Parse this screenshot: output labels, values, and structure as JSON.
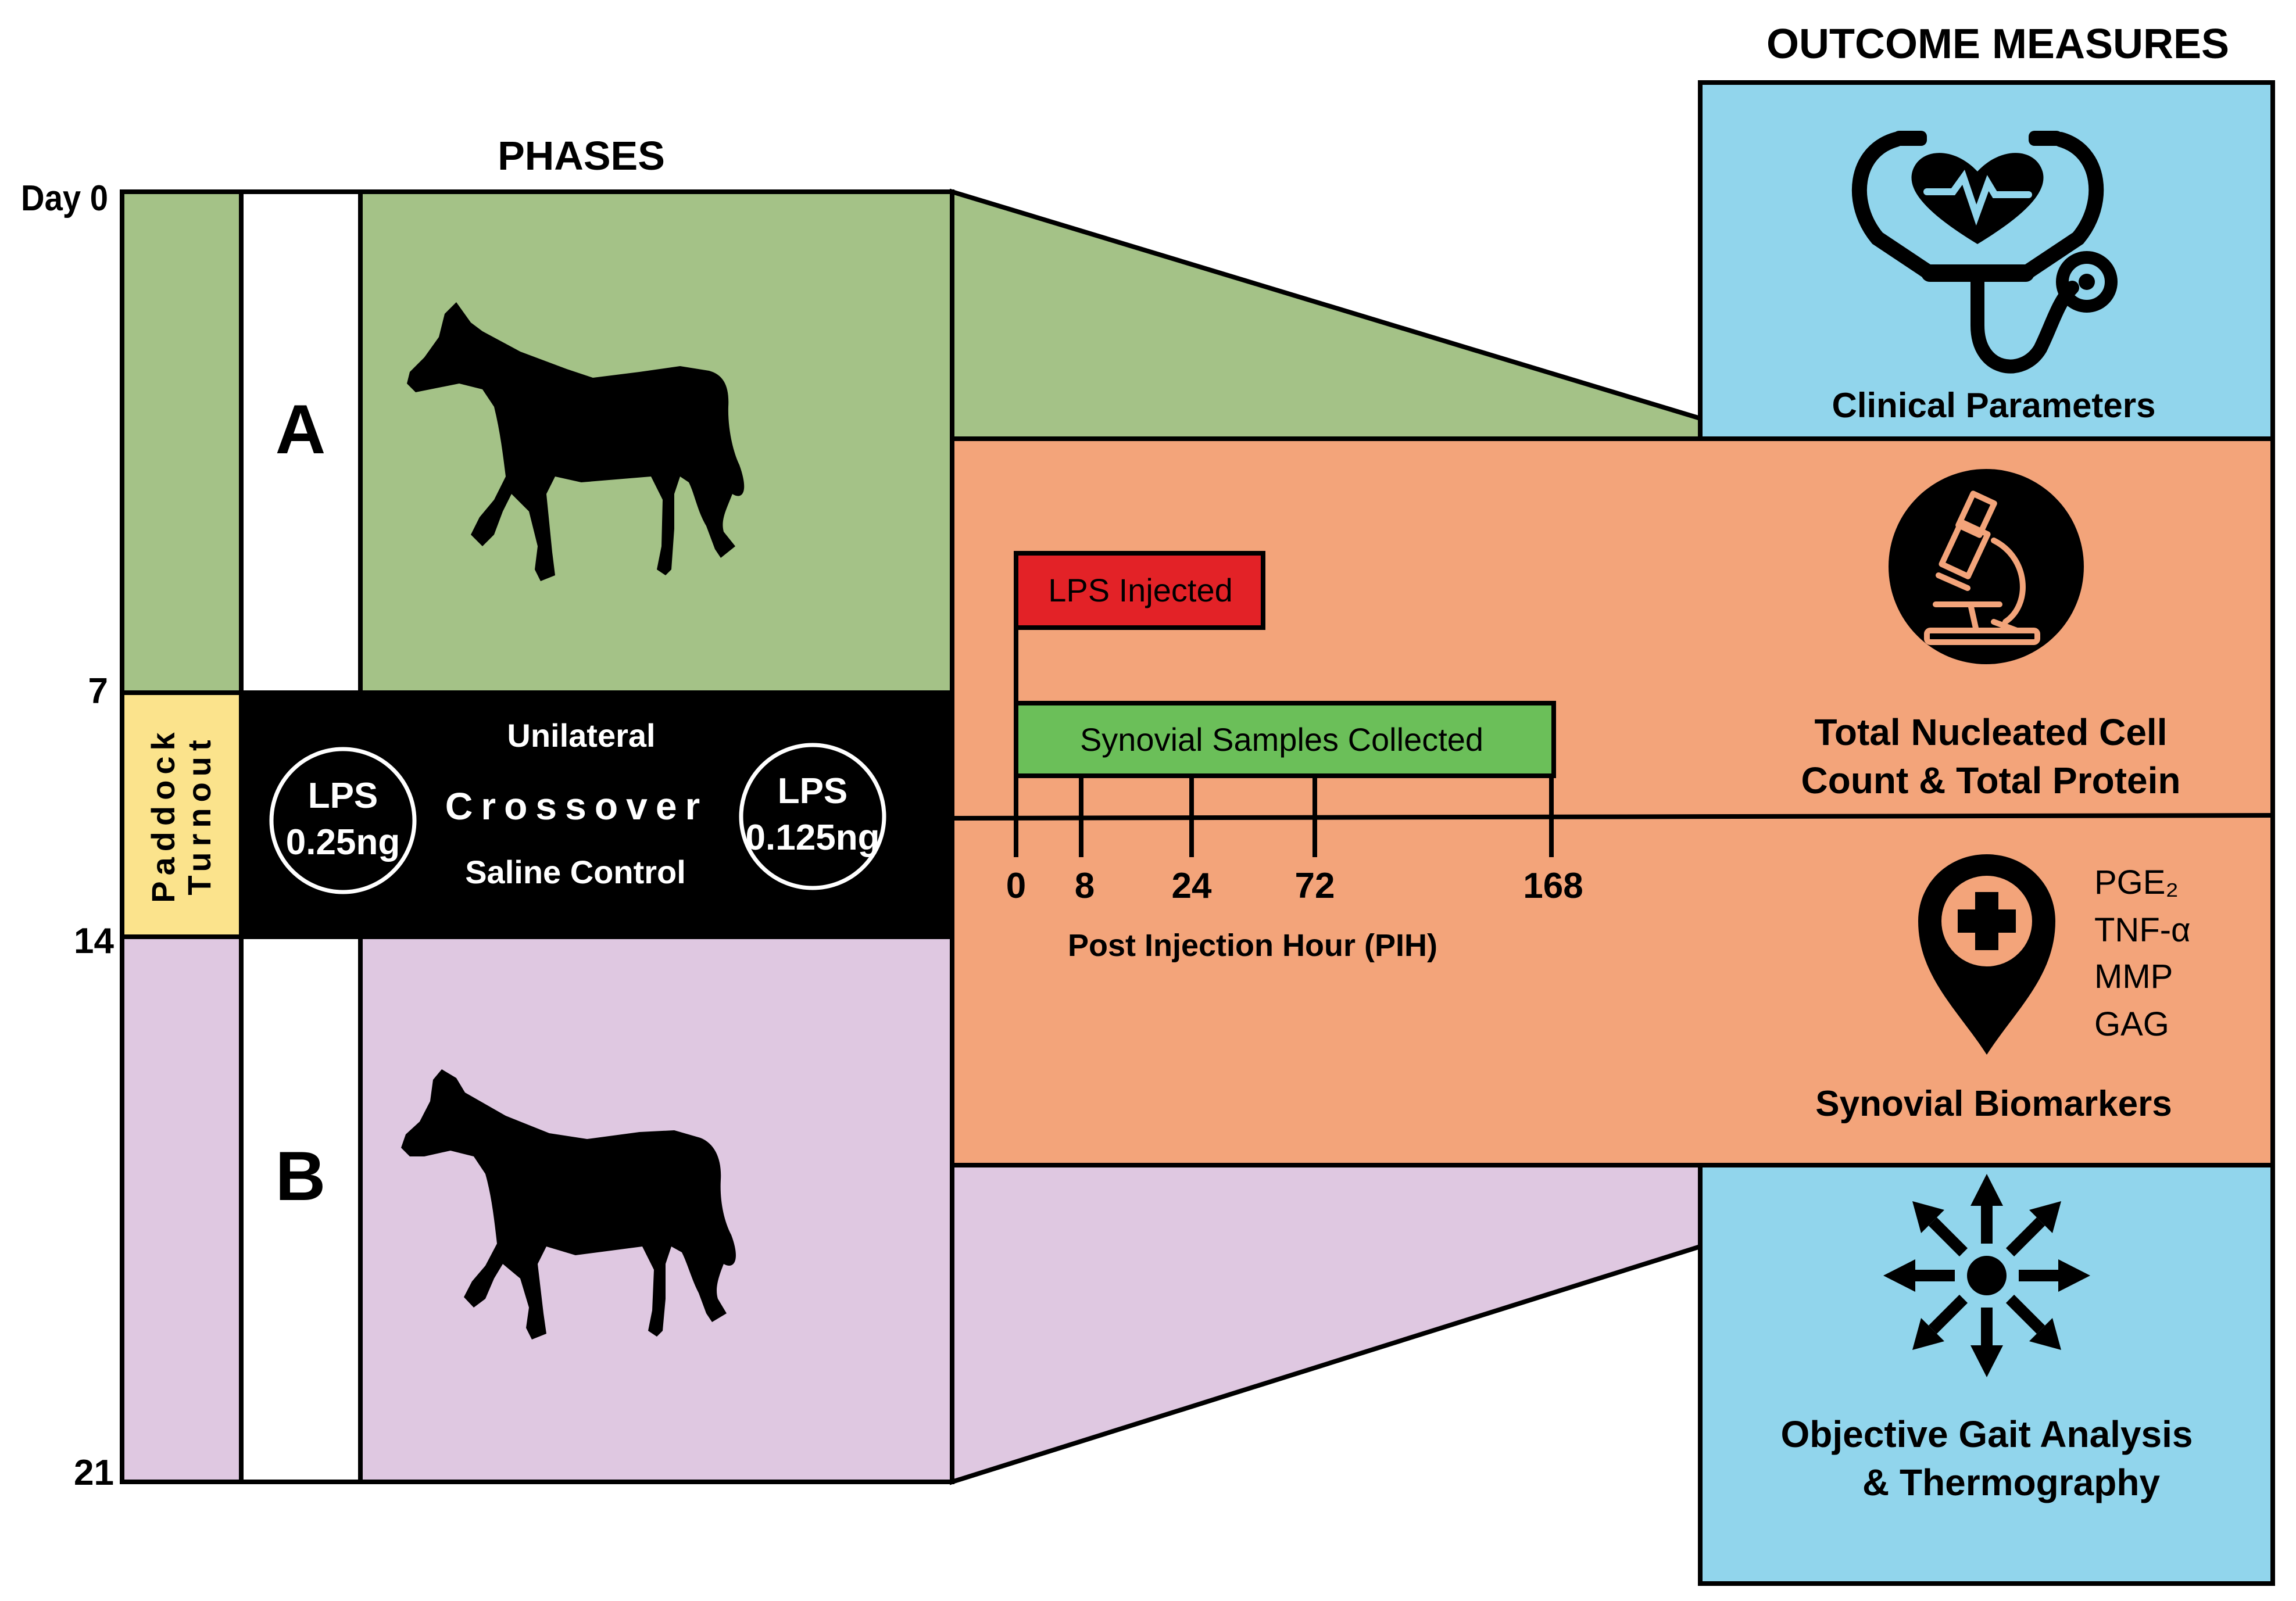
{
  "titles": {
    "phases": "PHASES",
    "outcome_measures": "OUTCOME MEASURES"
  },
  "timeline": {
    "days": [
      "Day 0",
      "7",
      "14",
      "21"
    ]
  },
  "phases": {
    "a_label": "A",
    "b_label": "B",
    "paddock_line1": "Paddock",
    "paddock_line2": "Turnout",
    "crossover": {
      "top": "Unilateral",
      "middle": "Crossover",
      "bottom": "Saline Control",
      "left_circle_line1": "LPS",
      "left_circle_line2": "0.25ng",
      "right_circle_line1": "LPS",
      "right_circle_line2": "0.125ng"
    }
  },
  "sampling": {
    "lps_injected": "LPS Injected",
    "samples_collected": "Synovial Samples Collected",
    "hours": [
      "0",
      "8",
      "24",
      "72",
      "168"
    ],
    "axis_label": "Post Injection Hour (PIH)"
  },
  "outcomes": {
    "clinical": "Clinical Parameters",
    "tncc_line1": "Total Nucleated Cell",
    "tncc_line2": "Count & Total Protein",
    "biomarkers": "Synovial Biomarkers",
    "biomarker_list": [
      "PGE₂",
      "TNF-α",
      "MMP",
      "GAG"
    ],
    "gait_line1": "Objective Gait Analysis",
    "gait_line2": "& Thermography"
  },
  "colors": {
    "green": "#a4c287",
    "purple": "#dfc8e1",
    "orange": "#f3a47a",
    "blue": "#91d5ec",
    "yellow": "#fbe38c",
    "red": "#e32227",
    "bright_green": "#6bbf59",
    "black": "#000000"
  }
}
